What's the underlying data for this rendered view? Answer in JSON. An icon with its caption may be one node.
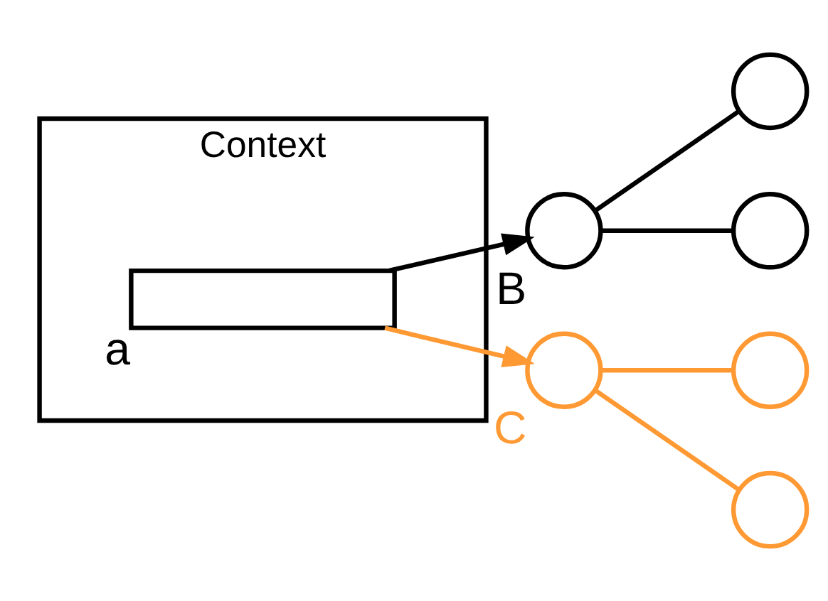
{
  "diagram": {
    "nodes": [
      {
        "text": [
          "Context"
        ]
      },
      {
        "text": [],
        "shape": "box",
        "in": 0,
        "beside": [
          "a"
        ]
      },
      {
        "text": [],
        "shape": "circle",
        "beside": [
          "B"
        ]
      },
      {
        "text": [],
        "shape": "circle"
      },
      {
        "text": [],
        "shape": "circle"
      },
      {
        "text": [],
        "shape": "circle",
        "beside": [
          "C"
        ]
      },
      {
        "text": [],
        "shape": "circle"
      },
      {
        "text": [],
        "shape": "circle"
      }
    ],
    "edges": [
      {
        "from": 1,
        "to": 2,
        "arrow": "to"
      },
      {
        "from": 2,
        "to": 3,
        "arrow": "none"
      },
      {
        "from": 2,
        "to": 4,
        "arrow": "none"
      },
      {
        "from": 1,
        "to": 5,
        "arrow": "to",
        "color": "#ff9933"
      },
      {
        "from": 5,
        "to": 6,
        "arrow": "none",
        "color": "#ff9933"
      },
      {
        "from": 5,
        "to": 7,
        "arrow": "none",
        "color": "#ff9933"
      }
    ]
  }
}
